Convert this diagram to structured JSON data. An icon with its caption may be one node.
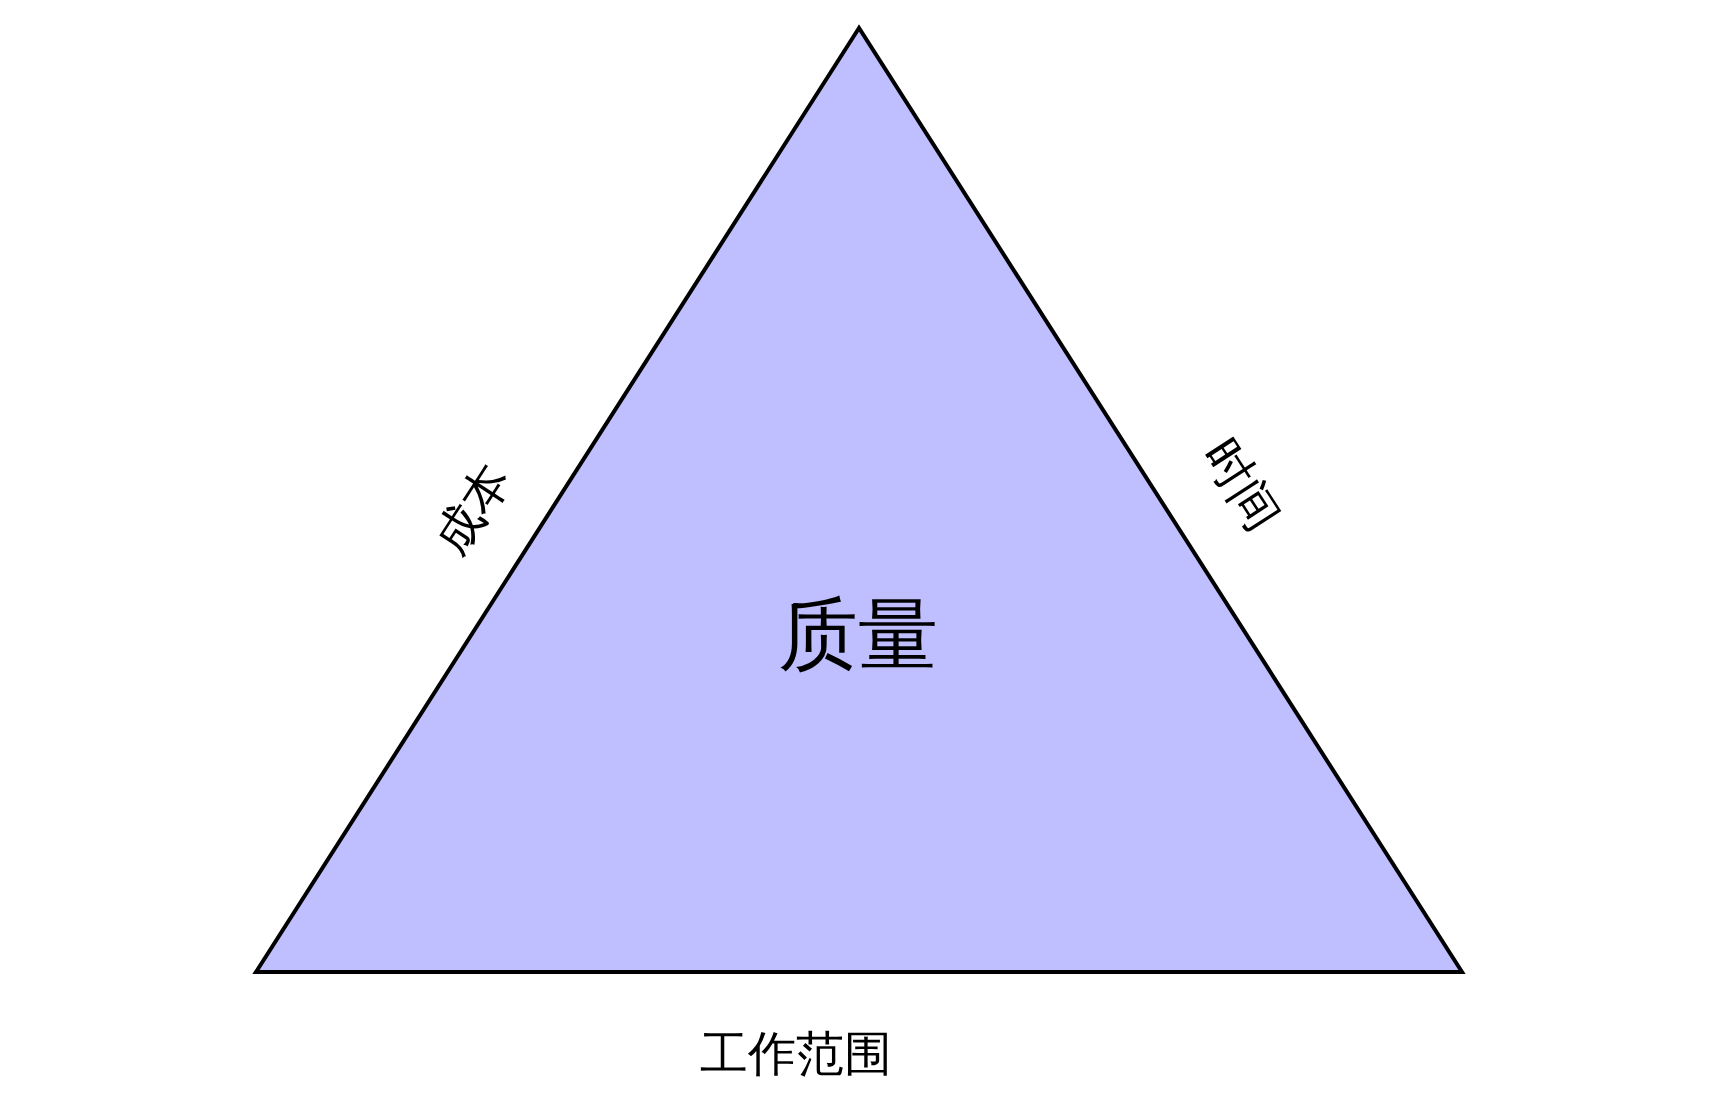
{
  "diagram": {
    "nodes": [
      {
        "text": [
          "质量"
        ]
      }
    ],
    "labels": [
      "成本",
      "时间",
      "工作范围"
    ]
  }
}
